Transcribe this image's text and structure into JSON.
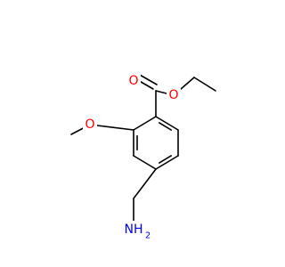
{
  "molecule": {
    "atoms": {
      "O_carbonyl": {
        "label": "O",
        "color": "#ff0000"
      },
      "O_ester": {
        "label": "O",
        "color": "#ff0000"
      },
      "O_methoxy": {
        "label": "O",
        "color": "#ff0000"
      },
      "N_amine": {
        "label": "NH",
        "color": "#0000ff"
      },
      "N_amine_h_count": "2"
    },
    "colors": {
      "bond": "#000000",
      "oxygen": "#ff0000",
      "nitrogen": "#0000ff",
      "background": "#ffffff"
    }
  }
}
